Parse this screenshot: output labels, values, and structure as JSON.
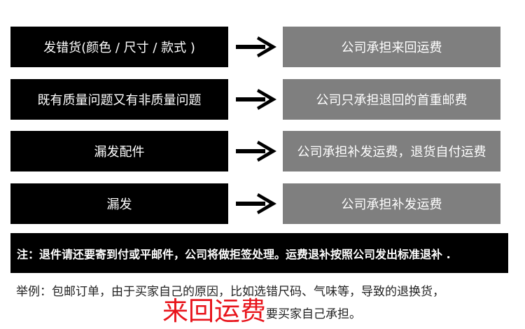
{
  "rows": [
    {
      "issue": "发错货(颜色 / 尺寸 / 款式 )",
      "result": "公司承担来回运费"
    },
    {
      "issue": "既有质量问题又有非质量问题",
      "result": "公司只承担退回的首重邮费"
    },
    {
      "issue": "漏发配件",
      "result": "公司承担补发运费，退货自付运费"
    },
    {
      "issue": "漏发",
      "result": "公司承担补发运费"
    }
  ],
  "note": "注：退件请还要寄到付或平邮件，公司将做拒签处理。运费退补按照公司发出标准退补 .",
  "example": "举例：包邮订单，由于买家自己的原因，比如选错尺码、气味等，导致的退换货，",
  "conclusion": {
    "highlight": "来回运费",
    "rest": "要买家自己承担。"
  },
  "colors": {
    "left_box": "#000000",
    "right_box": "#7f7f7f",
    "highlight": "#e8141b"
  },
  "icons": {
    "arrow": "arrow-right-icon"
  }
}
